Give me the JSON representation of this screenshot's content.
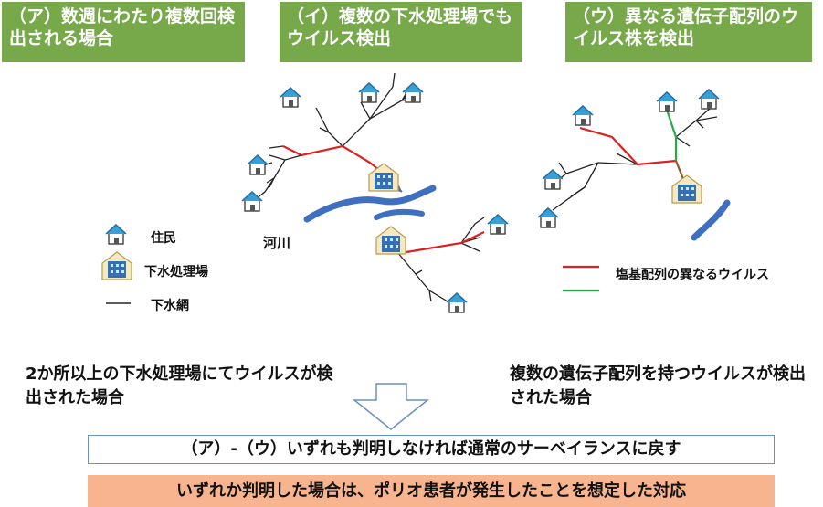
{
  "banners": {
    "a": "（ア）数週にわたり複数回検出される場合",
    "i": "（イ）複数の下水処理場でもウイルス検出",
    "u": "（ウ）異なる遺伝子配列のウイルス株を検出"
  },
  "legend": {
    "resident": "住民",
    "plant": "下水処理場",
    "sewer": "下水網"
  },
  "river_label": "河川",
  "red_legend": "塩基配列の異なるウイルス",
  "notes": {
    "left": "2か所以上の下水処理場にてウイルスが検出された場合",
    "right": "複数の遺伝子配列を持つウイルスが検出された場合"
  },
  "outcomes": {
    "neither": "（ア）-（ウ）いずれも判明しなければ通常のサーベイランスに戻す",
    "either": "いずれか判明した場合は、ポリオ患者が発生したことを想定した対応"
  },
  "colors": {
    "banner": "#77a84a",
    "red": "#e02020",
    "green": "#2aa84a",
    "brown": "#8b5a2b",
    "river": "#3f6fbf",
    "box_border": "#6a8fc4",
    "box_fill": "#f7b48e"
  }
}
